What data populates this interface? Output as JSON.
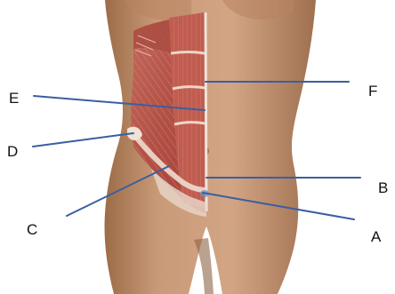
{
  "labels": [
    {
      "id": "A",
      "text": "A"
    },
    {
      "id": "B",
      "text": "B"
    },
    {
      "id": "C",
      "text": "C"
    },
    {
      "id": "D",
      "text": "D"
    },
    {
      "id": "E",
      "text": "E"
    },
    {
      "id": "F",
      "text": "F"
    }
  ],
  "colors": {
    "background": "#ffffff",
    "skin": "#c99a78",
    "skin_shadow": "#a8774f",
    "muscle": "#b8574a",
    "muscle_light": "#d98a7c",
    "fascia": "#e9d8cc",
    "leader_line": "#3a5fa0",
    "label_text": "#111111"
  }
}
